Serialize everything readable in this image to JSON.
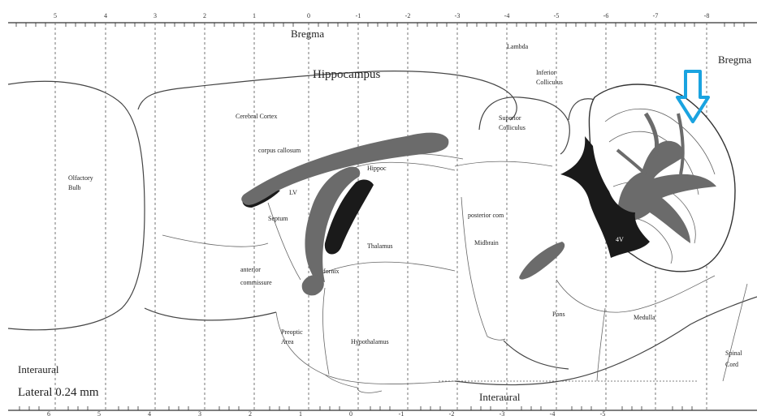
{
  "title_bregma": "Bregma",
  "top_scale": [
    "5",
    "4",
    "3",
    "2",
    "1",
    "0",
    "-1",
    "-2",
    "-3",
    "-4",
    "-5",
    "-6",
    "-7",
    "-8"
  ],
  "bottom_scale": [
    "6",
    "5",
    "4",
    "3",
    "2",
    "1",
    "0",
    "-1",
    "-2",
    "-3",
    "-4",
    "-5"
  ],
  "labels": {
    "bregma_right": "Bregma",
    "lambda": "Lambda",
    "hippocampus": "Hippocampus",
    "inferior_colliculus_1": "Inferior",
    "inferior_colliculus_2": "Colliculus",
    "cerebral_cortex": "Cerebral Cortex",
    "superior_colliculus_1": "Superior",
    "superior_colliculus_2": "Colliculus",
    "corpus_callosum": "corpus callosum",
    "hippoc": "Hippoc",
    "olfactory_1": "Olfactory",
    "olfactory_2": "Bulb",
    "lv": "LV",
    "septum": "Septum",
    "posterior_com": "posterior com",
    "midbrain": "Midbrain",
    "thalamus": "Thalamus",
    "fornix": "fornix",
    "anterior_1": "anterior",
    "anterior_2": "commissure",
    "fourth_ventricle": "4V",
    "pons": "Pons",
    "medulla": "Medulla",
    "preoptic_1": "Preoptic",
    "preoptic_2": "Area",
    "hypothalamus": "Hypothalamus",
    "spinal_1": "Spinal",
    "spinal_2": "Cord",
    "interaural_left": "Interaural",
    "lateral": "Lateral 0.24 mm",
    "interaural_bottom": "Interaural"
  },
  "colors": {
    "ventricle": "#1a1a1a",
    "white_matter": "#6b6b6b",
    "arrow": "#1aa3e0"
  },
  "icons": {
    "marker": "down-arrow-icon"
  }
}
